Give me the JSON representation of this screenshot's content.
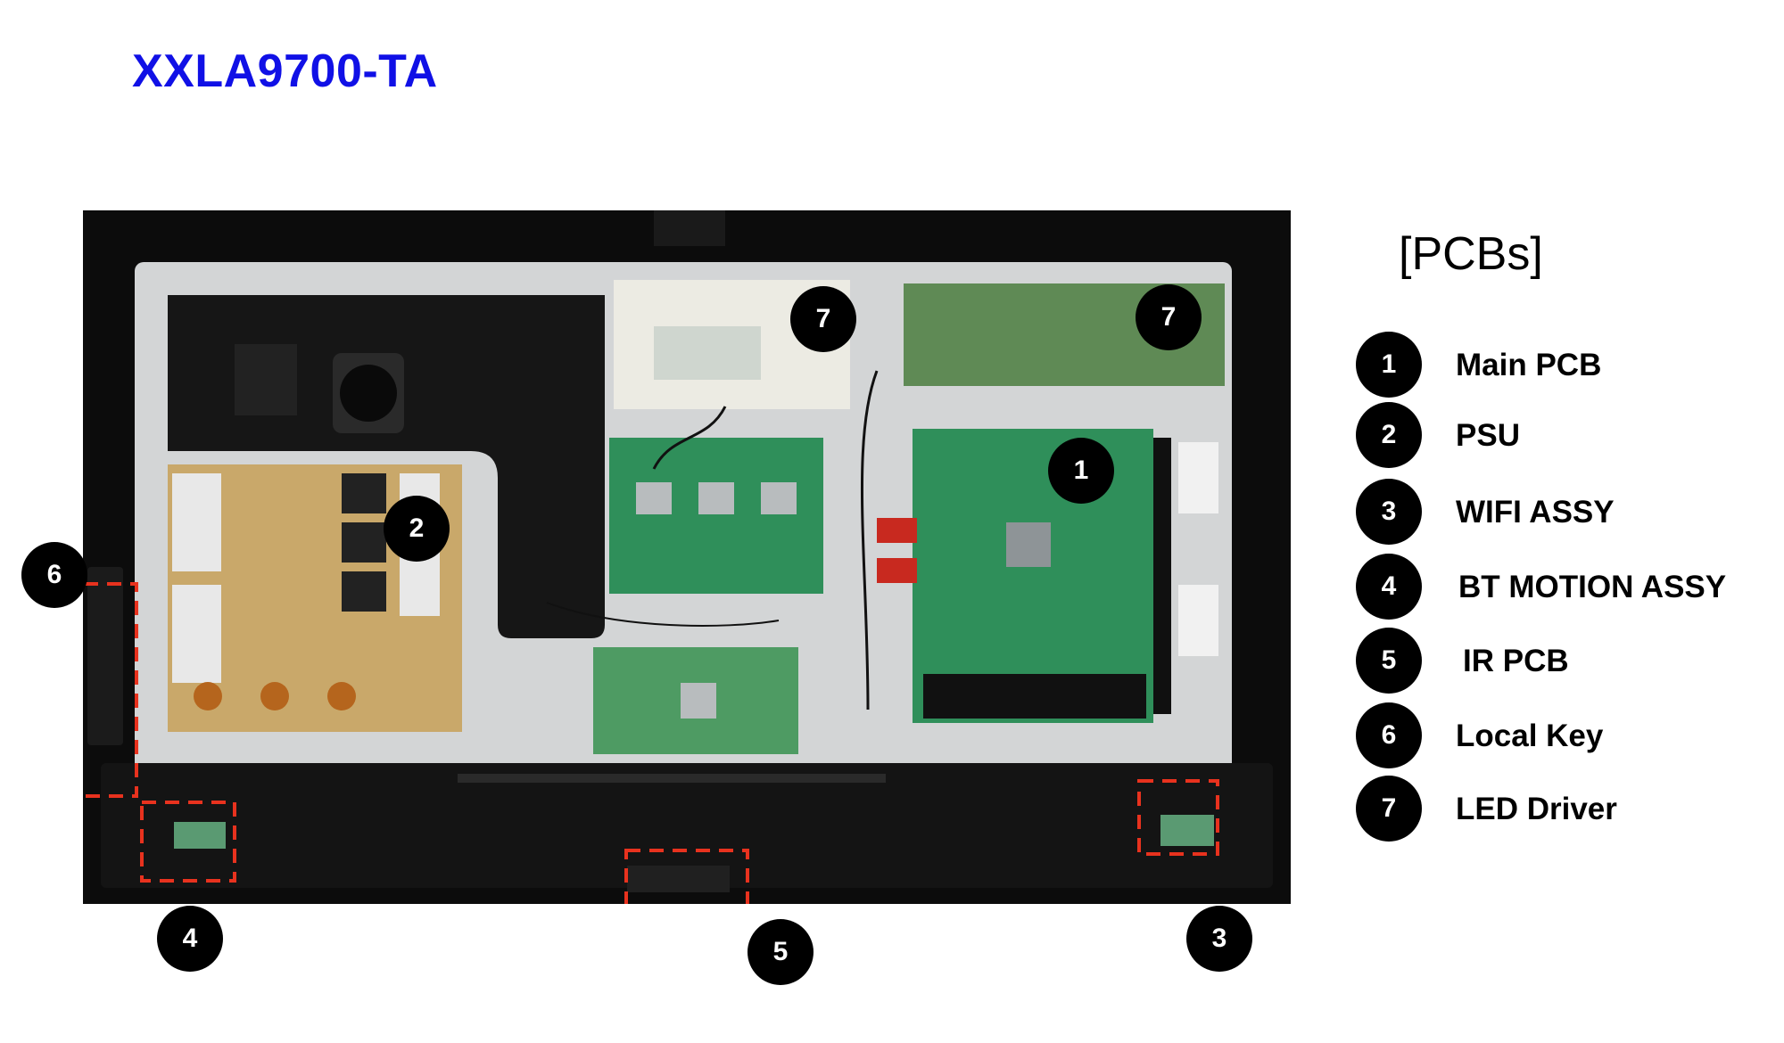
{
  "title": "XXLA9700-TA",
  "legend": {
    "heading": "[PCBs]",
    "items": [
      {
        "num": "1",
        "label": "Main PCB"
      },
      {
        "num": "2",
        "label": "PSU"
      },
      {
        "num": "3",
        "label": "WIFI ASSY"
      },
      {
        "num": "4",
        "label": "BT MOTION ASSY"
      },
      {
        "num": "5",
        "label": "IR PCB"
      },
      {
        "num": "6",
        "label": "Local Key"
      },
      {
        "num": "7",
        "label": "LED Driver"
      }
    ]
  },
  "callouts": [
    "7",
    "7",
    "1",
    "2",
    "6",
    "4",
    "5",
    "3"
  ],
  "colors": {
    "title": "#1010e6",
    "pcb_green": "#2f8f5a",
    "psu_tan": "#c9a86a",
    "frame": "#0c0c0c",
    "chassis": "#d3d5d6",
    "dashed_box": "#e8321e"
  }
}
